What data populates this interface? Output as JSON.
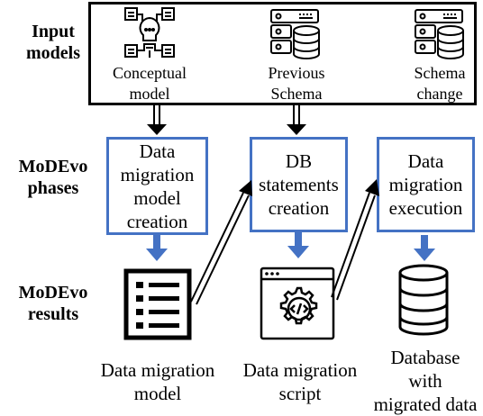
{
  "row_labels": {
    "input": [
      "Input",
      "models"
    ],
    "phases": [
      "MoDEvo",
      "phases"
    ],
    "results": [
      "MoDEvo",
      "results"
    ]
  },
  "inputs": [
    {
      "icon": "lightbulb-network-icon",
      "lines": [
        "Conceptual",
        "model"
      ]
    },
    {
      "icon": "database-server-icon",
      "lines": [
        "Previous",
        "Schema"
      ]
    },
    {
      "icon": "database-server-icon",
      "lines": [
        "Schema",
        "change"
      ]
    }
  ],
  "phases": [
    {
      "lines": [
        "Data",
        "migration",
        "model",
        "creation"
      ]
    },
    {
      "lines": [
        "DB",
        "statements",
        "creation"
      ]
    },
    {
      "lines": [
        "Data",
        "migration",
        "execution"
      ]
    }
  ],
  "results": [
    {
      "icon": "checklist-document-icon",
      "lines": [
        "Data migration",
        "model"
      ]
    },
    {
      "icon": "code-gear-window-icon",
      "lines": [
        "Data migration",
        "script"
      ]
    },
    {
      "icon": "database-icon",
      "lines": [
        "Database",
        "with",
        "migrated data"
      ]
    }
  ],
  "colors": {
    "phase_border": "#4472c4",
    "phase_arrow": "#4472c4",
    "line": "#000000"
  }
}
